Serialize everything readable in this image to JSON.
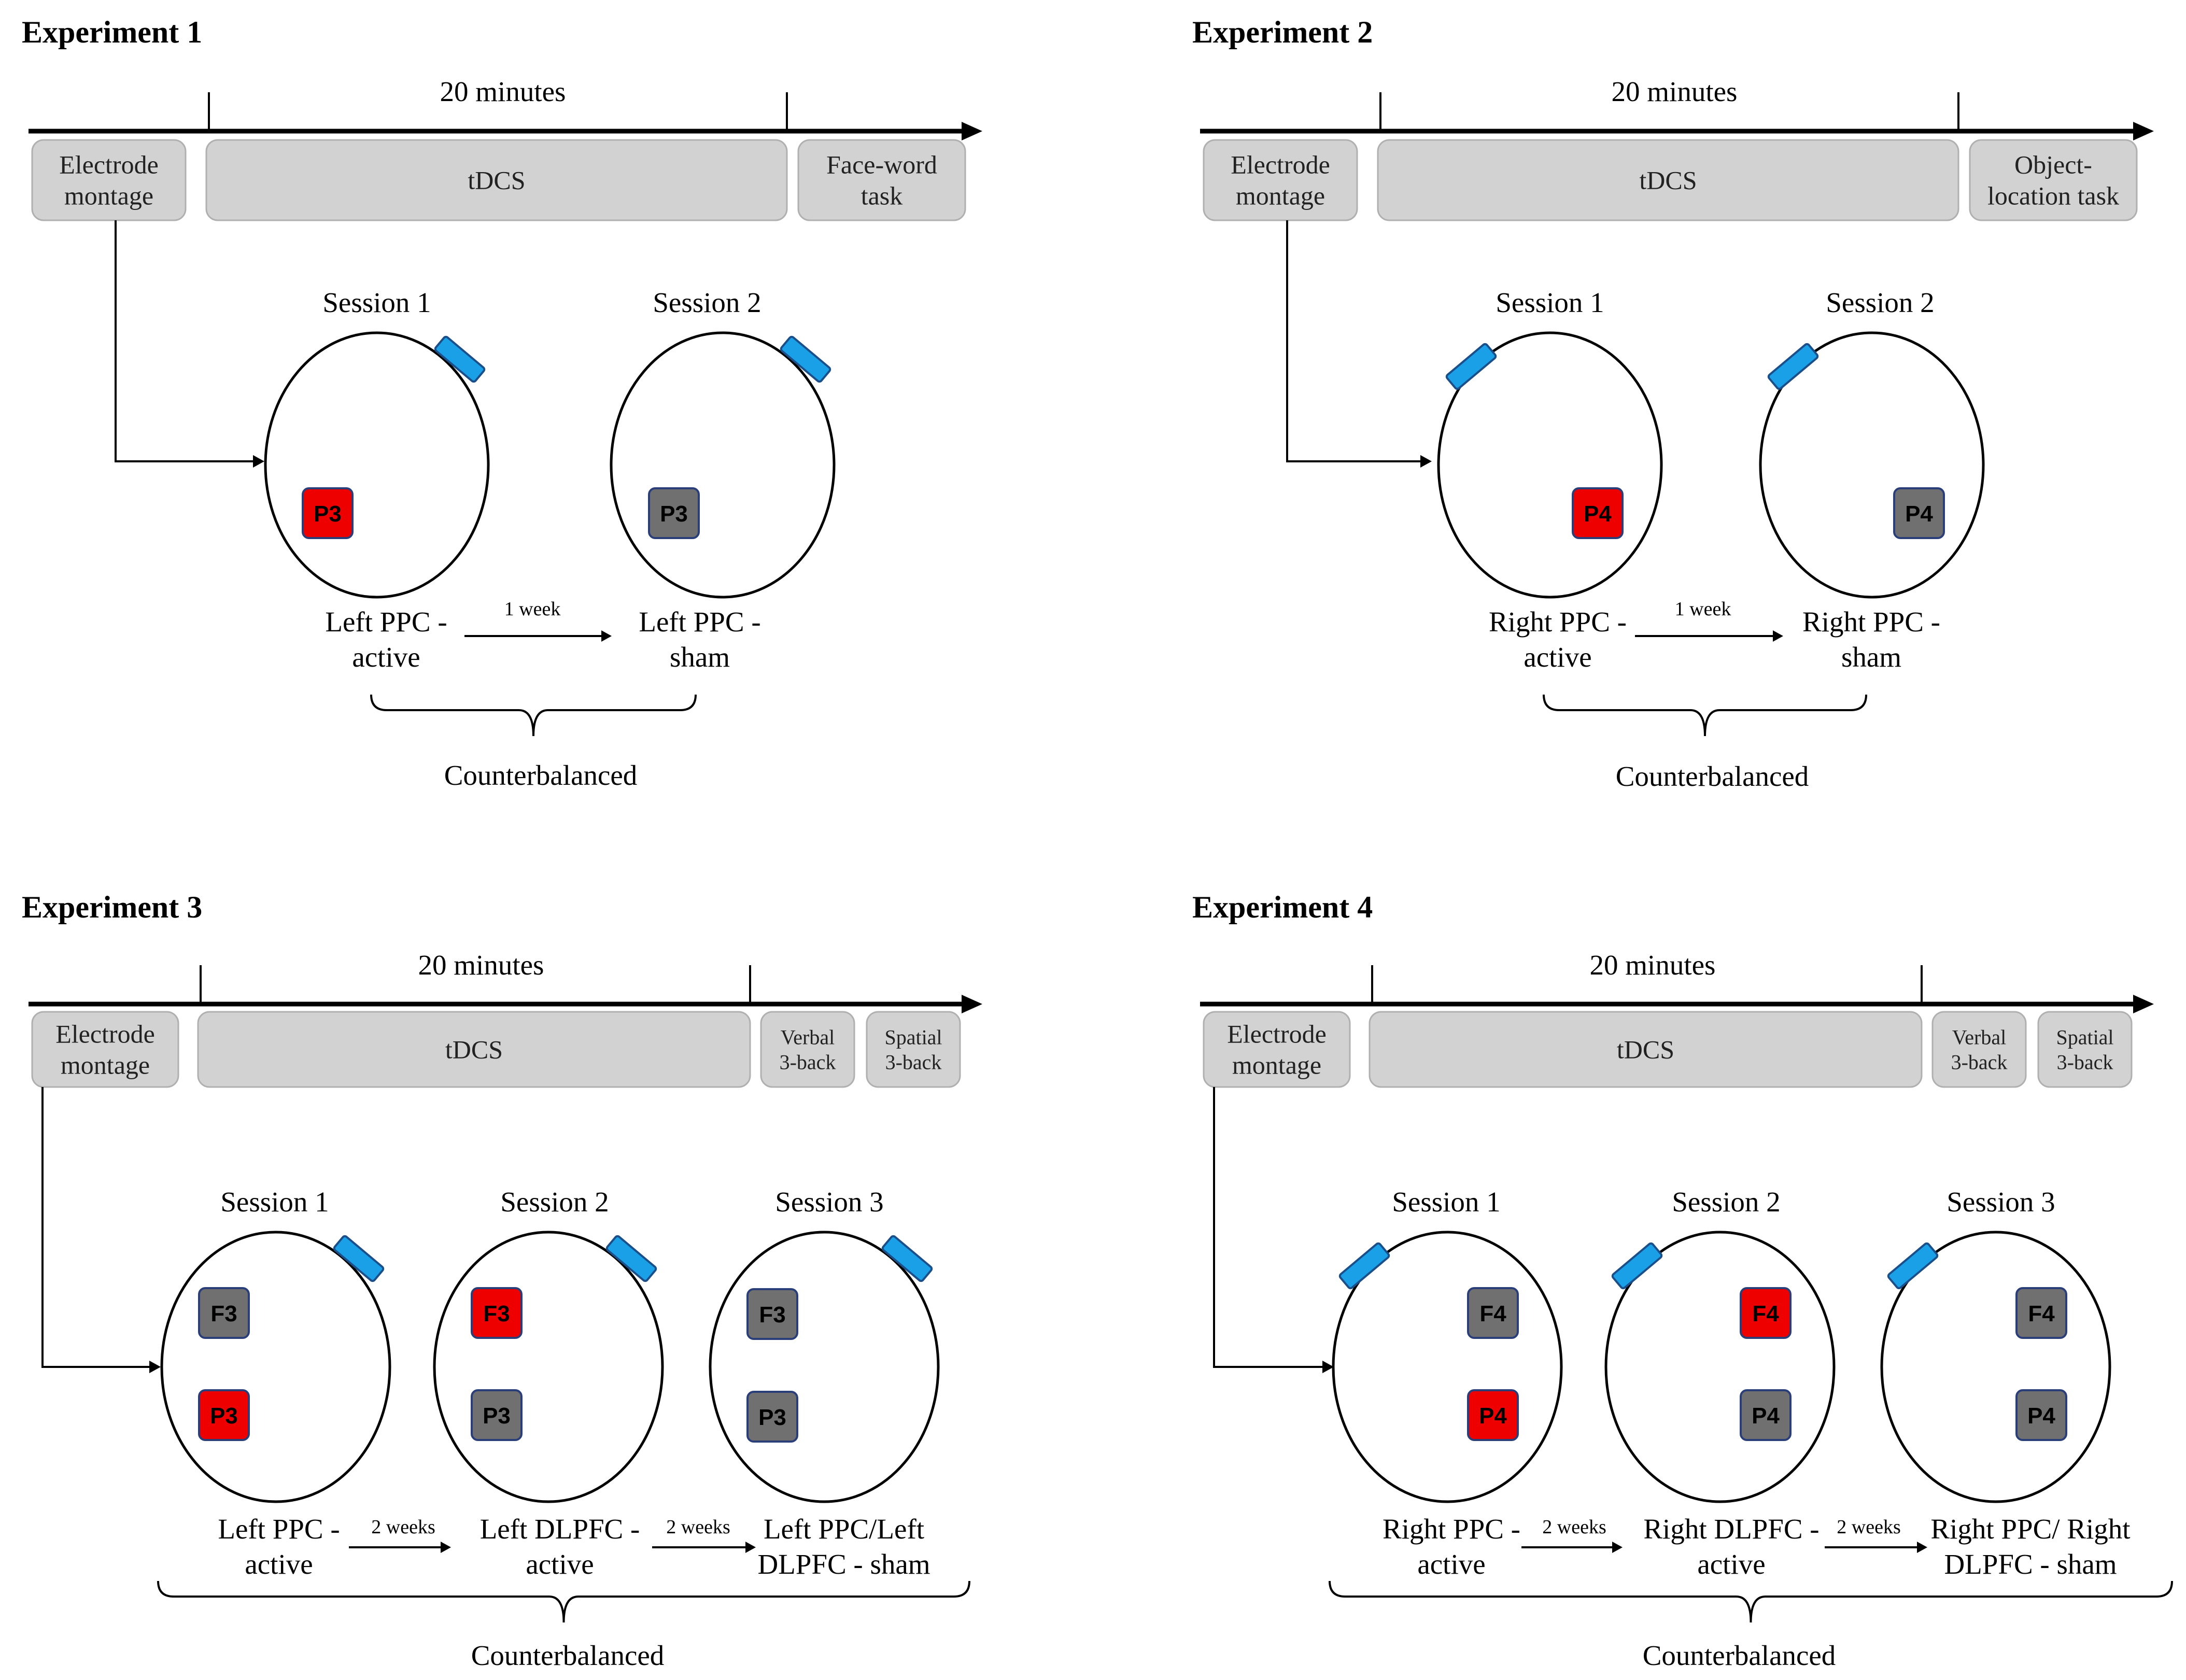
{
  "colors": {
    "active": "#ee0000",
    "sham": "#707070",
    "reference": "#1aa0e6",
    "phase_box": "#d2d2d2"
  },
  "experiments": [
    {
      "title": "Experiment 1",
      "duration": "20 minutes",
      "montage": [
        "Electrode",
        "montage"
      ],
      "stim": "tDCS",
      "tasks": [
        [
          "Face-word",
          "task"
        ]
      ],
      "reference_side": "right",
      "sessions": [
        {
          "name": "Session 1",
          "electrodes": [
            {
              "label": "P3",
              "state": "active"
            }
          ],
          "caption": [
            "Left PPC -",
            "active"
          ]
        },
        {
          "name": "Session 2",
          "electrodes": [
            {
              "label": "P3",
              "state": "sham"
            }
          ],
          "caption": [
            "Left PPC -",
            "sham"
          ]
        }
      ],
      "intervals": [
        "1 week"
      ],
      "footer": "Counterbalanced"
    },
    {
      "title": "Experiment 2",
      "duration": "20 minutes",
      "montage": [
        "Electrode",
        "montage"
      ],
      "stim": "tDCS",
      "tasks": [
        [
          "Object-",
          "location task"
        ]
      ],
      "reference_side": "left",
      "sessions": [
        {
          "name": "Session 1",
          "electrodes": [
            {
              "label": "P4",
              "state": "active"
            }
          ],
          "caption": [
            "Right PPC -",
            "active"
          ]
        },
        {
          "name": "Session 2",
          "electrodes": [
            {
              "label": "P4",
              "state": "sham"
            }
          ],
          "caption": [
            "Right PPC -",
            "sham"
          ]
        }
      ],
      "intervals": [
        "1 week"
      ],
      "footer": "Counterbalanced"
    },
    {
      "title": "Experiment 3",
      "duration": "20 minutes",
      "montage": [
        "Electrode",
        "montage"
      ],
      "stim": "tDCS",
      "tasks": [
        [
          "Verbal",
          "3-back"
        ],
        [
          "Spatial",
          "3-back"
        ]
      ],
      "reference_side": "right",
      "sessions": [
        {
          "name": "Session 1",
          "electrodes": [
            {
              "label": "F3",
              "state": "sham"
            },
            {
              "label": "P3",
              "state": "active"
            }
          ],
          "caption": [
            "Left PPC -",
            "active"
          ]
        },
        {
          "name": "Session 2",
          "electrodes": [
            {
              "label": "F3",
              "state": "active"
            },
            {
              "label": "P3",
              "state": "sham"
            }
          ],
          "caption": [
            "Left DLPFC -",
            "active"
          ]
        },
        {
          "name": "Session 3",
          "electrodes": [
            {
              "label": "F3",
              "state": "sham"
            },
            {
              "label": "P3",
              "state": "sham"
            }
          ],
          "caption": [
            "Left PPC/Left",
            "DLPFC - sham"
          ]
        }
      ],
      "intervals": [
        "2 weeks",
        "2 weeks"
      ],
      "footer": "Counterbalanced"
    },
    {
      "title": "Experiment 4",
      "duration": "20 minutes",
      "montage": [
        "Electrode",
        "montage"
      ],
      "stim": "tDCS",
      "tasks": [
        [
          "Verbal",
          "3-back"
        ],
        [
          "Spatial",
          "3-back"
        ]
      ],
      "reference_side": "left",
      "sessions": [
        {
          "name": "Session 1",
          "electrodes": [
            {
              "label": "F4",
              "state": "sham"
            },
            {
              "label": "P4",
              "state": "active"
            }
          ],
          "caption": [
            "Right PPC -",
            "active"
          ]
        },
        {
          "name": "Session 2",
          "electrodes": [
            {
              "label": "F4",
              "state": "active"
            },
            {
              "label": "P4",
              "state": "sham"
            }
          ],
          "caption": [
            "Right DLPFC -",
            "active"
          ]
        },
        {
          "name": "Session 3",
          "electrodes": [
            {
              "label": "F4",
              "state": "sham"
            },
            {
              "label": "P4",
              "state": "sham"
            }
          ],
          "caption": [
            "Right PPC/ Right",
            "DLPFC - sham"
          ]
        }
      ],
      "intervals": [
        "2 weeks",
        "2 weeks"
      ],
      "footer": "Counterbalanced"
    }
  ]
}
